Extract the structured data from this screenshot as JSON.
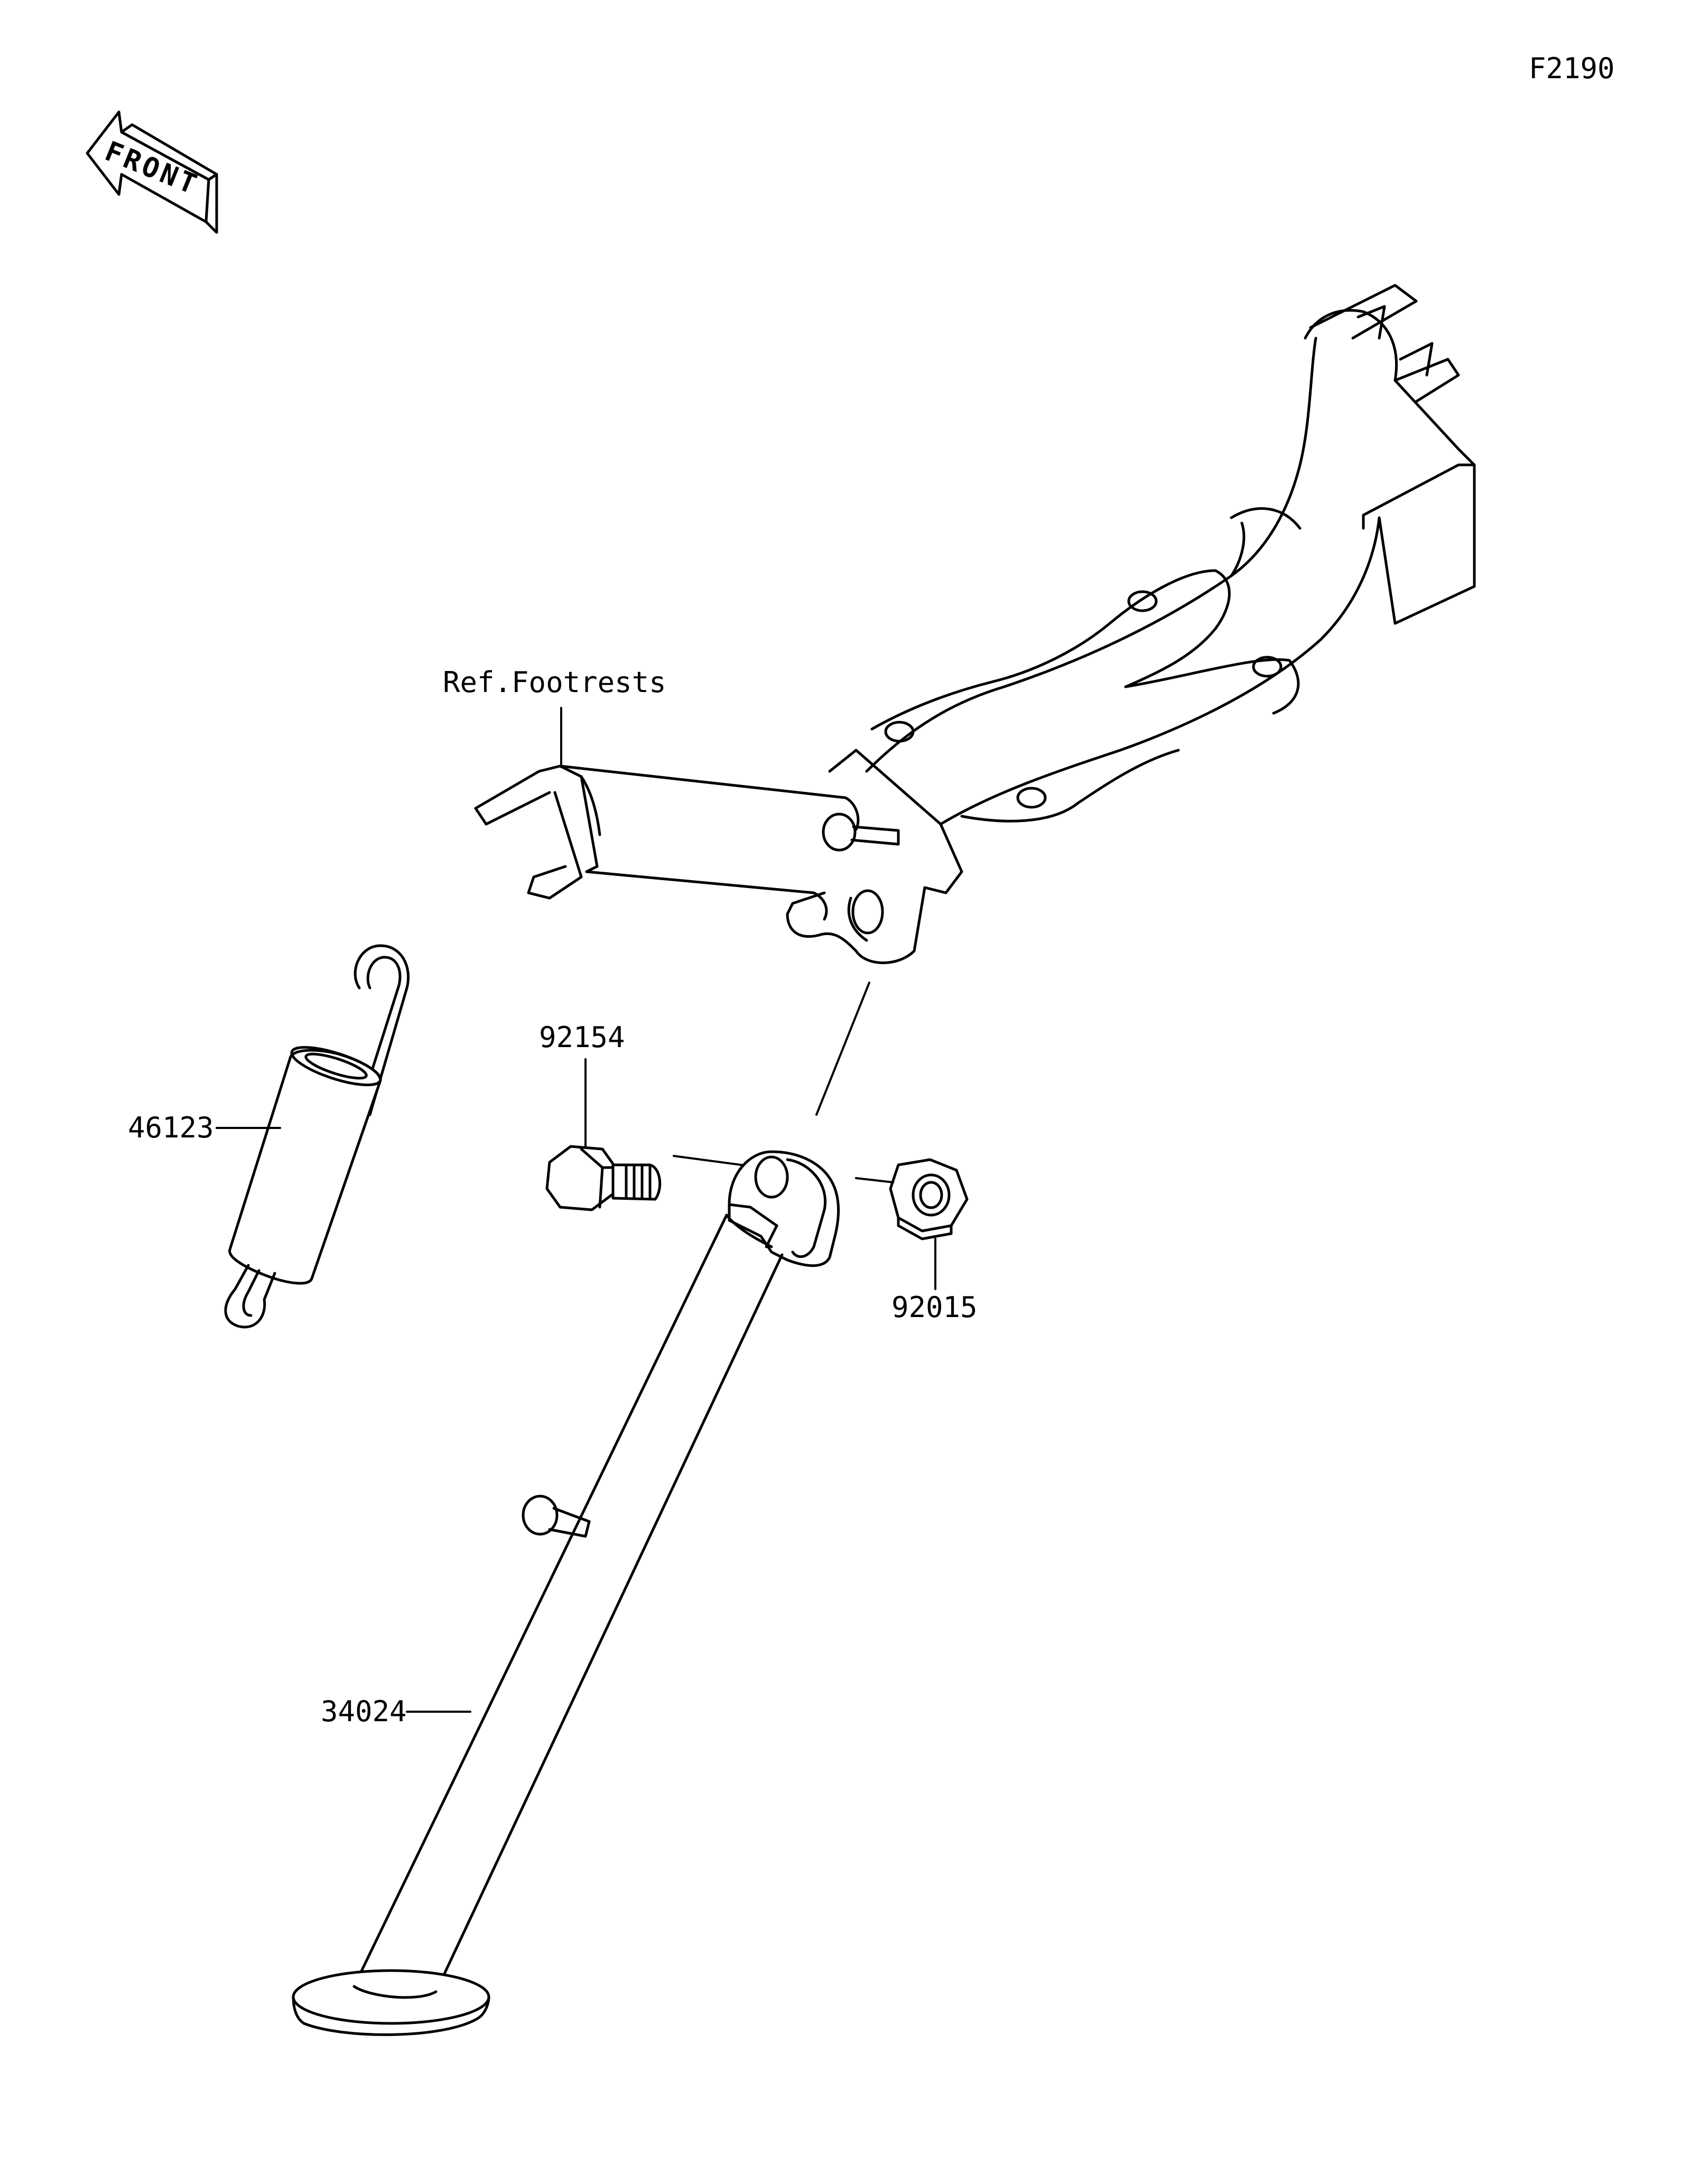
{
  "diagram_code": "F2190",
  "front_label": "FRONT",
  "parts": {
    "bracket_ref": "Ref.Footrests",
    "spring": "46123",
    "bolt": "92154",
    "nut": "92015",
    "side_stand": "34024"
  }
}
